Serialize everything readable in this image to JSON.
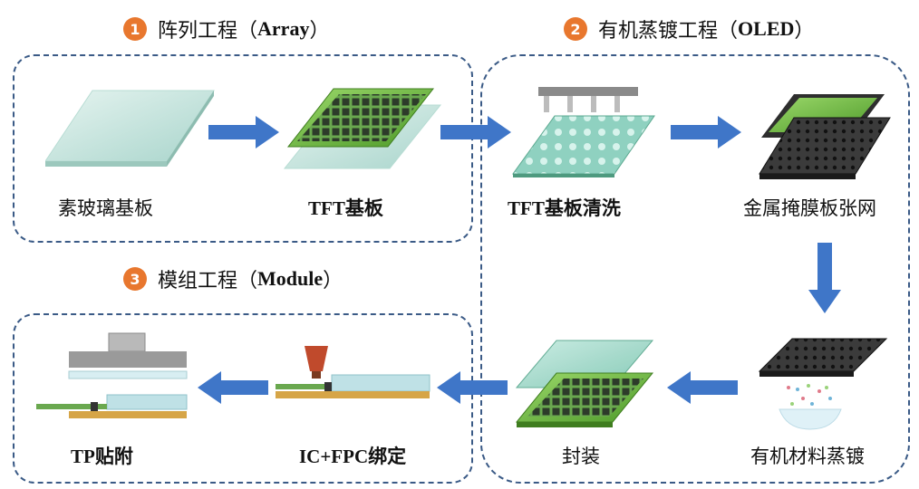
{
  "sections": [
    {
      "number": "1",
      "title_cn": "阵列工程",
      "title_en": "Array"
    },
    {
      "number": "2",
      "title_cn": "有机蒸镀工程",
      "title_en": "OLED"
    },
    {
      "number": "3",
      "title_cn": "模组工程",
      "title_en": "Module"
    }
  ],
  "steps": {
    "bare_glass": "素玻璃基板",
    "tft_substrate": "TFT基板",
    "tft_cleaning": "TFT基板清洗",
    "mask_tension": "金属掩膜板张网",
    "evaporation": "有机材料蒸镀",
    "encapsulation": "封装",
    "ic_fpc_bonding": "IC+FPC绑定",
    "tp_lamination": "TP贴附"
  },
  "colors": {
    "badge": "#e8772e",
    "arrow": "#3f76c8",
    "dashed_border": "#3a5a86"
  }
}
